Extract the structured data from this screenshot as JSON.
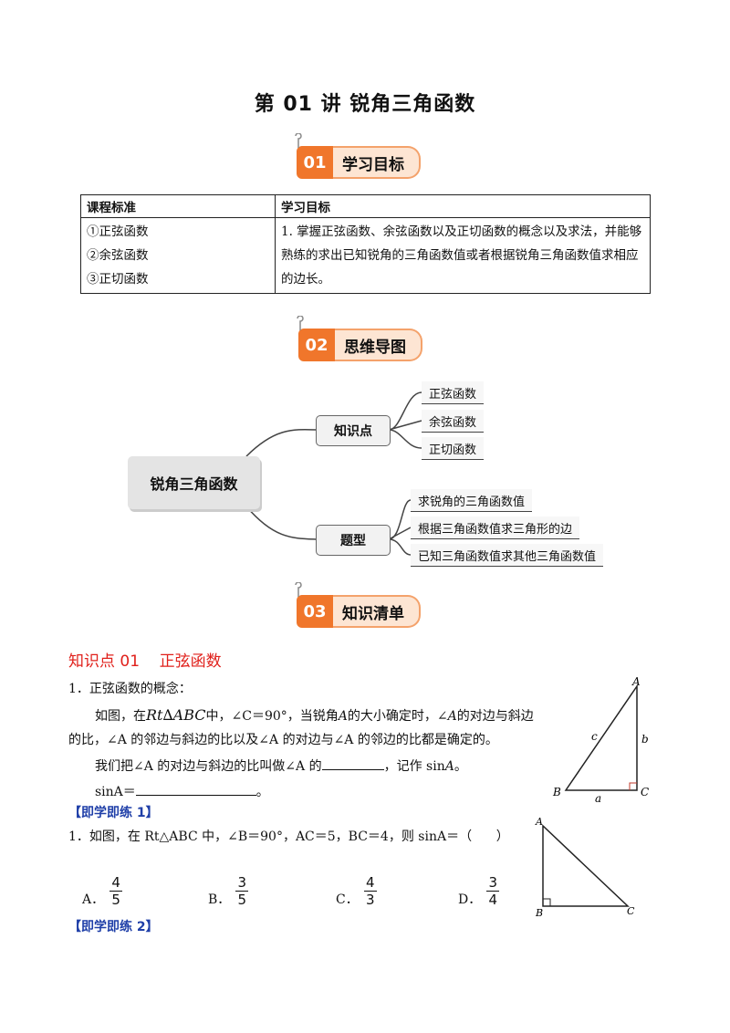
{
  "title": "第 01 讲  锐角三角函数",
  "sections": [
    {
      "num": "01",
      "label": "学习目标"
    },
    {
      "num": "02",
      "label": "思维导图"
    },
    {
      "num": "03",
      "label": "知识清单"
    }
  ],
  "goals_table": {
    "headers": [
      "课程标准",
      "学习目标"
    ],
    "standards": [
      "①正弦函数",
      "②余弦函数",
      "③正切函数"
    ],
    "objective": "1. 掌握正弦函数、余弦函数以及正切函数的概念以及求法，并能够熟练的求出已知锐角的三角函数值或者根据锐角三角函数值求相应的边长。"
  },
  "mindmap": {
    "root": "锐角三角函数",
    "branches": [
      {
        "label": "知识点",
        "leaves": [
          "正弦函数",
          "余弦函数",
          "正切函数"
        ]
      },
      {
        "label": "题型",
        "leaves": [
          "求锐角的三角函数值",
          "根据三角函数值求三角形的边",
          "已知三角函数值求其他三角函数值"
        ]
      }
    ]
  },
  "knowledge": {
    "heading": "知识点 01    正弦函数",
    "item1": "1．正弦函数的概念：",
    "p1_a": "如图，在",
    "p1_rt": "Rt∆ABC",
    "p1_b": "中，∠C＝90°，当锐角",
    "p1_A": "A",
    "p1_c": "的大小确定时，∠",
    "p1_d": "的对边与斜边",
    "p2": "的比，∠A 的邻边与斜边的比以及∠A 的对边与∠A 的邻边的比都是确定的。",
    "p3_a": "我们把∠A 的对边与斜边的比叫做∠A 的",
    "p3_b": "，记作 sin",
    "p3_c": "。",
    "p4_a": "sinA＝",
    "p4_b": "。"
  },
  "fig1": {
    "A": "A",
    "B": "B",
    "C": "C",
    "a": "a",
    "b": "b",
    "c": "c"
  },
  "practice1": {
    "label": "【即学即练 1】",
    "question": "1．如图，在 Rt△ABC 中，∠B＝90°，AC＝5，BC＝4，则 sinA＝（      ）",
    "options": [
      {
        "letter": "A．",
        "num": "4",
        "den": "5"
      },
      {
        "letter": "B．",
        "num": "3",
        "den": "5"
      },
      {
        "letter": "C．",
        "num": "4",
        "den": "3"
      },
      {
        "letter": "D．",
        "num": "3",
        "den": "4"
      }
    ]
  },
  "fig2": {
    "A": "A",
    "B": "B",
    "C": "C"
  },
  "practice2": {
    "label": "【即学即练 2】"
  }
}
